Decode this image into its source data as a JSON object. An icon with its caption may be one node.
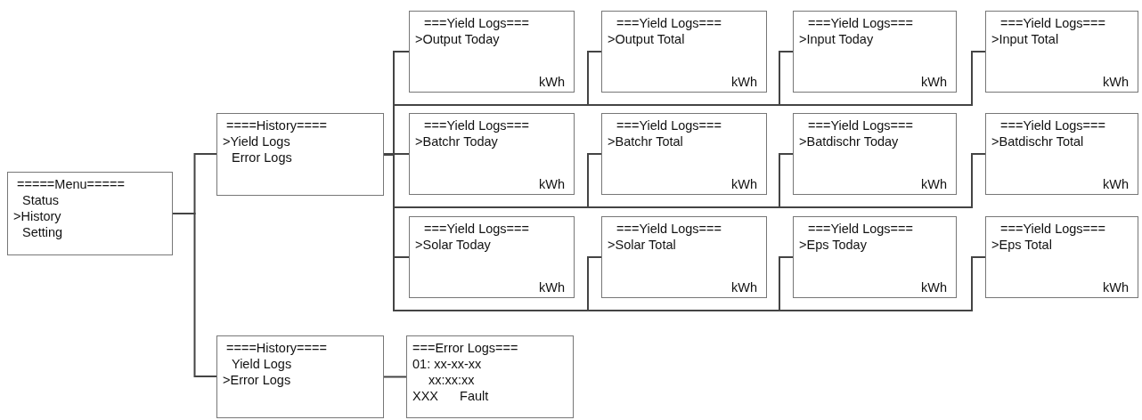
{
  "diagram": {
    "nodes": [
      {
        "text": [
          "=====Menu=====",
          "Status",
          ">History",
          "Setting"
        ]
      },
      {
        "text": [
          "====History====",
          ">Yield Logs",
          "Error Logs"
        ]
      },
      {
        "text": [
          "===Yield Logs===",
          ">Output Today",
          "kWh"
        ]
      },
      {
        "text": [
          "===Yield Logs===",
          ">Output Total",
          "kWh"
        ]
      },
      {
        "text": [
          "===Yield Logs===",
          ">Input Today",
          "kWh"
        ]
      },
      {
        "text": [
          "===Yield Logs===",
          ">Input Total",
          "kWh"
        ]
      },
      {
        "text": [
          "===Yield Logs===",
          ">Batchr Today",
          "kWh"
        ]
      },
      {
        "text": [
          "===Yield Logs===",
          ">Batchr Total",
          "kWh"
        ]
      },
      {
        "text": [
          "===Yield Logs===",
          ">Batdischr Today",
          "kWh"
        ]
      },
      {
        "text": [
          "===Yield Logs===",
          ">Batdischr Total",
          "kWh"
        ]
      },
      {
        "text": [
          "===Yield Logs===",
          ">Solar Today",
          "kWh"
        ]
      },
      {
        "text": [
          "===Yield Logs===",
          ">Solar Total",
          "kWh"
        ]
      },
      {
        "text": [
          "===Yield Logs===",
          ">Eps Today",
          "kWh"
        ]
      },
      {
        "text": [
          "===Yield Logs===",
          ">Eps Total",
          "kWh"
        ]
      },
      {
        "text": [
          "====History====",
          "Yield Logs",
          ">Error Logs"
        ]
      },
      {
        "text": [
          "===Error Logs===",
          "01: xx-xx-xx",
          "xx:xx:xx",
          "XXX Fault"
        ]
      }
    ],
    "edges": [
      {
        "from": 0,
        "to": 1,
        "arrow": "none"
      },
      {
        "from": 0,
        "to": 14,
        "arrow": "none"
      },
      {
        "from": 1,
        "to": 2,
        "arrow": "none"
      },
      {
        "from": 1,
        "to": 3,
        "arrow": "none"
      },
      {
        "from": 1,
        "to": 4,
        "arrow": "none"
      },
      {
        "from": 1,
        "to": 5,
        "arrow": "none"
      },
      {
        "from": 1,
        "to": 6,
        "arrow": "none"
      },
      {
        "from": 1,
        "to": 7,
        "arrow": "none"
      },
      {
        "from": 1,
        "to": 8,
        "arrow": "none"
      },
      {
        "from": 1,
        "to": 9,
        "arrow": "none"
      },
      {
        "from": 1,
        "to": 10,
        "arrow": "none"
      },
      {
        "from": 1,
        "to": 11,
        "arrow": "none"
      },
      {
        "from": 1,
        "to": 12,
        "arrow": "none"
      },
      {
        "from": 1,
        "to": 13,
        "arrow": "none"
      },
      {
        "from": 14,
        "to": 15,
        "arrow": "none"
      }
    ]
  }
}
